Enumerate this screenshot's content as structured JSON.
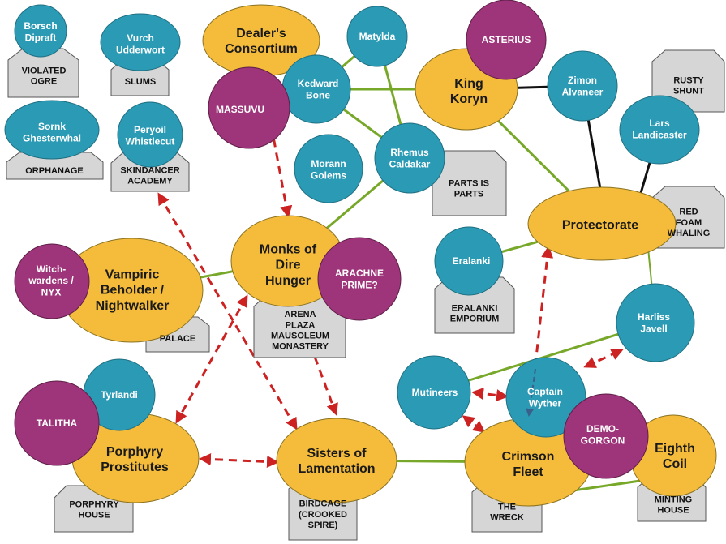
{
  "colors": {
    "faction": "#f5bc3c",
    "person": "#2b9bb5",
    "villain": "#9e3479",
    "place": "#d6d6d6",
    "ally_line": "#77a829",
    "link_line": "#111111",
    "conflict": "#cc2222"
  },
  "factions": {
    "dealers": [
      "Dealer's",
      "Consortium"
    ],
    "king": [
      "King",
      "Koryn"
    ],
    "protectorate": [
      "Protectorate"
    ],
    "monks": [
      "Monks of",
      "Dire",
      "Hunger"
    ],
    "vampiric": [
      "Vampiric",
      "Beholder /",
      "Nightwalker"
    ],
    "porphyry": [
      "Porphyry",
      "Prostitutes"
    ],
    "sisters": [
      "Sisters of",
      "Lamentation"
    ],
    "crimson": [
      "Crimson",
      "Fleet"
    ],
    "eighth": [
      "Eighth",
      "Coil"
    ]
  },
  "people": {
    "borsch": [
      "Borsch",
      "Dipraft"
    ],
    "vurch": [
      "Vurch",
      "Udderwort"
    ],
    "sornk": [
      "Sornk",
      "Ghesterwhal"
    ],
    "peryoil": [
      "Peryoil",
      "Whistlecut"
    ],
    "matylda": [
      "Matylda"
    ],
    "kedward": [
      "Kedward",
      "Bone"
    ],
    "morann": [
      "Morann",
      "Golems"
    ],
    "rhemus": [
      "Rhemus",
      "Caldakar"
    ],
    "zimon": [
      "Zimon",
      "Alvaneer"
    ],
    "lars": [
      "Lars",
      "Landicaster"
    ],
    "eralanki": [
      "Eralanki"
    ],
    "harliss": [
      "Harliss",
      "Javell"
    ],
    "tyrlandi": [
      "Tyrlandi"
    ],
    "mutineers": [
      "Mutineers"
    ],
    "wyther": [
      "Captain",
      "Wyther"
    ]
  },
  "villains": {
    "asterius": [
      "ASTERIUS"
    ],
    "massuvu": [
      "MASSUVU"
    ],
    "arachne": [
      "ARACHNE",
      "PRIME?"
    ],
    "witch": [
      "Witch-",
      "wardens /",
      "NYX"
    ],
    "talitha": [
      "TALITHA"
    ],
    "demogorgon": [
      "DEMO-",
      "GORGON"
    ]
  },
  "places": {
    "violated_ogre": [
      "VIOLATED",
      "OGRE"
    ],
    "slums": [
      "SLUMS"
    ],
    "orphanage": [
      "ORPHANAGE"
    ],
    "skindancer": [
      "SKINDANCER",
      "ACADEMY"
    ],
    "rusty_shunt": [
      "RUSTY",
      "SHUNT"
    ],
    "parts": [
      "PARTS IS",
      "PARTS"
    ],
    "red_foam": [
      "RED",
      "FOAM",
      "WHALING"
    ],
    "emporium": [
      "ERALANKI",
      "EMPORIUM"
    ],
    "palace": [
      "PALACE"
    ],
    "arena": [
      "ARENA",
      "PLAZA",
      "MAUSOLEUM",
      "MONASTERY"
    ],
    "porphyry_house": [
      "PORPHYRY",
      "HOUSE"
    ],
    "birdcage": [
      "BIRDCAGE",
      "(CROOKED",
      "SPIRE)"
    ],
    "wreck": [
      "THE",
      "WRECK"
    ],
    "minting": [
      "MINTING",
      "HOUSE"
    ]
  }
}
